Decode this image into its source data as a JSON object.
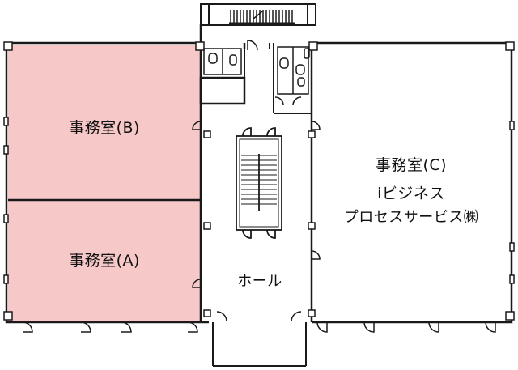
{
  "rooms": {
    "office_b": {
      "label": "事務室(B)",
      "fill": "#f6c8c8"
    },
    "office_a": {
      "label": "事務室(A)",
      "fill": "#f6c8c8"
    },
    "office_c": {
      "label": "事務室(C)",
      "tenant_line1": "iビジネス",
      "tenant_line2": "プロセスサービス㈱"
    },
    "hall": {
      "label": "ホール"
    }
  },
  "colors": {
    "wall": "#1a1a1a",
    "occupied": "#f6c8c8",
    "background": "#ffffff"
  }
}
